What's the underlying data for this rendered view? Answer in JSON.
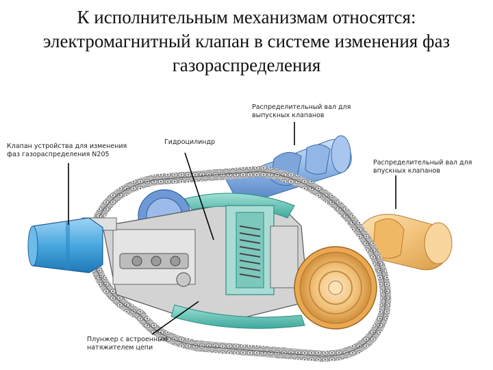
{
  "title": {
    "lines": [
      "К исполнительным механизмам относятся:",
      "электромагнитный клапан в системе изменения фаз",
      "газораспределения"
    ]
  },
  "labels": {
    "exhaust_camshaft": [
      "Распределительный вал для",
      "выпускных клапанов"
    ],
    "valve_n205": [
      "Клапан устройства для изменения",
      "фаз газораспределения N205"
    ],
    "hydrocylinder": [
      "Гидроцилиндр"
    ],
    "intake_camshaft": [
      "Распределительный вал для",
      "впускных клапанов"
    ],
    "plunger": [
      "Плунжер с встроенным",
      "натяжителем цепи"
    ]
  },
  "colors": {
    "blue_part": "#4aa8e0",
    "teal_part": "#5fc4b8",
    "orange_part": "#f2c27a",
    "steel_blue_shaft": "#8fb6e6",
    "chain": "#8a8a8a",
    "grey_housing": "#c8c8c8"
  }
}
